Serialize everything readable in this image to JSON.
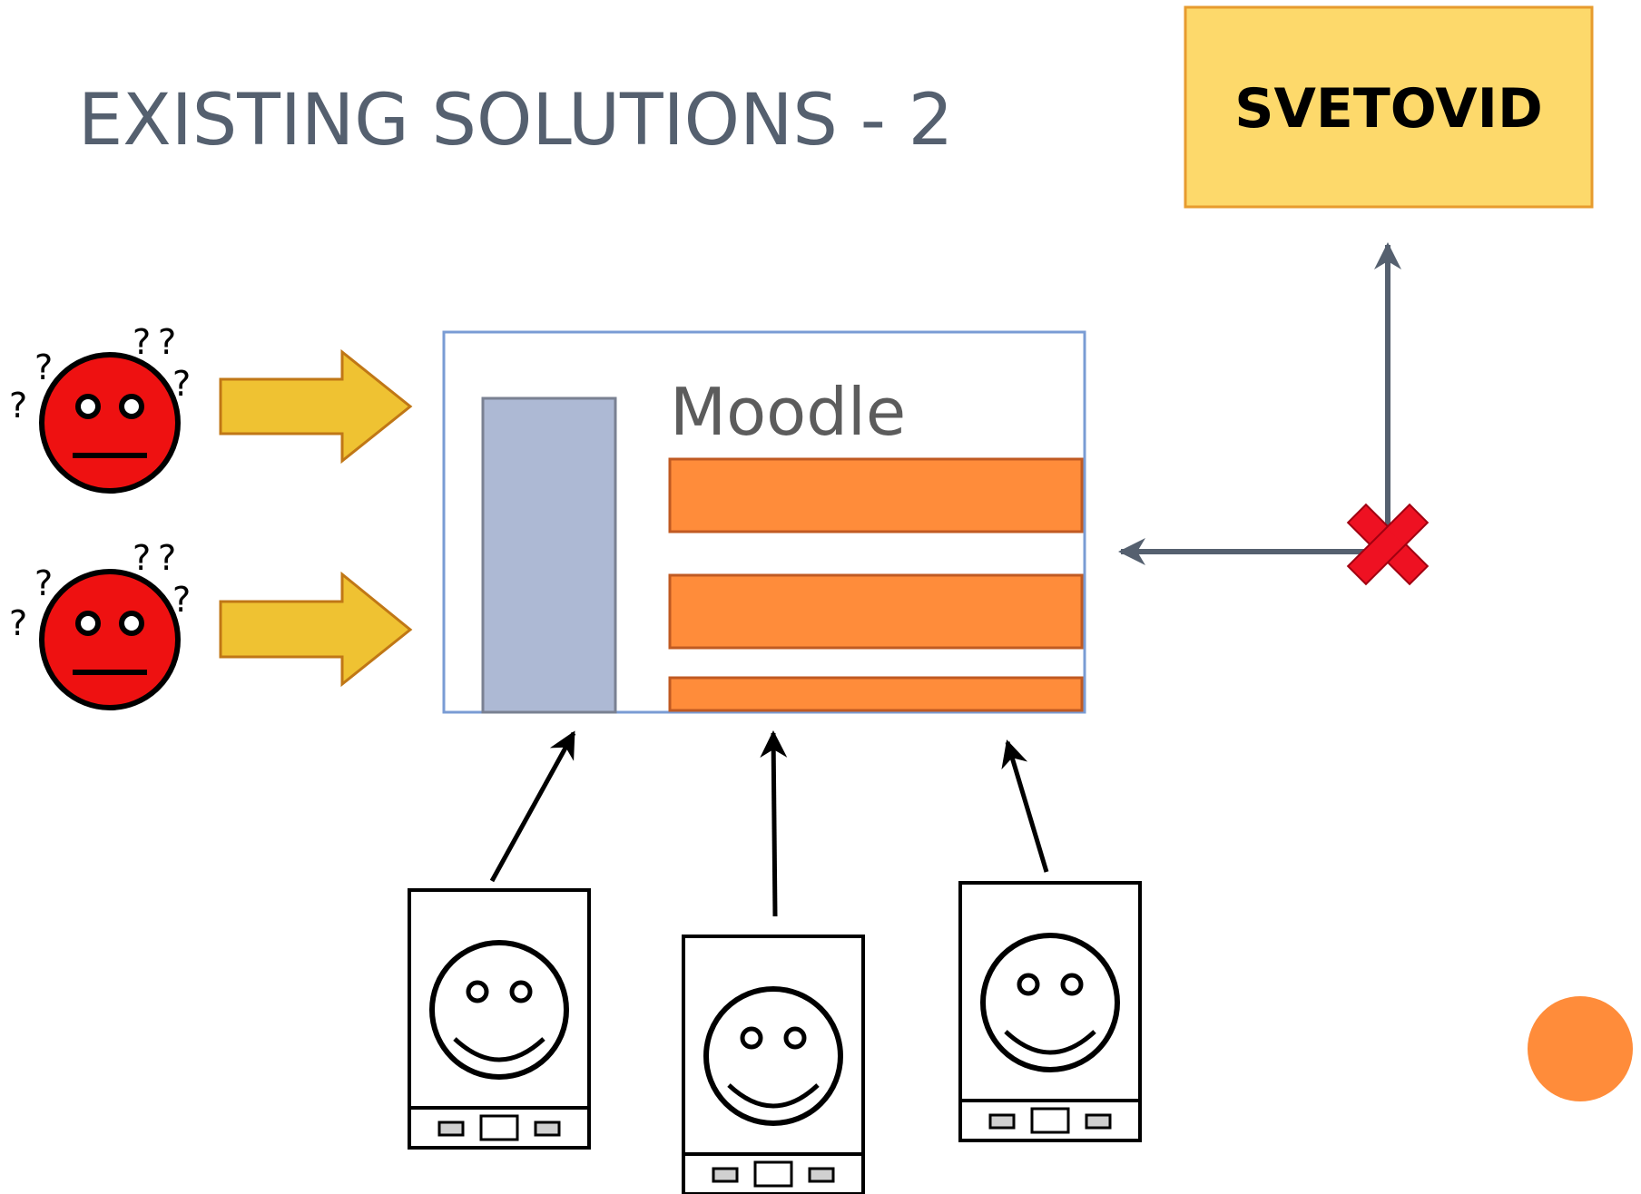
{
  "slide": {
    "title": "EXISTING SOLUTIONS - 2"
  },
  "diagram": {
    "moodle_label": "Moodle",
    "svetovid_label": "SVETOVID",
    "confused_users": [
      {
        "marks": [
          "?",
          "?",
          "?",
          "?",
          "?"
        ]
      },
      {
        "marks": [
          "?",
          "?",
          "?",
          "?",
          "?"
        ]
      }
    ],
    "colors": {
      "title": "#55606f",
      "moodle_border": "#7a9cd4",
      "sidebar": "#adb9d4",
      "content_bar": "#ff8c3a",
      "svetovid_fill": "#fdd96b",
      "arrow_yellow": "#efc232",
      "confused_face": "#ee1111",
      "red_cross": "#ee1122",
      "decor_circle": "#ff8c3a",
      "gray_arrow": "#55606f"
    },
    "icons": [
      "confused-face-icon",
      "happy-device-icon",
      "red-cross-icon",
      "right-arrow-icon"
    ]
  }
}
